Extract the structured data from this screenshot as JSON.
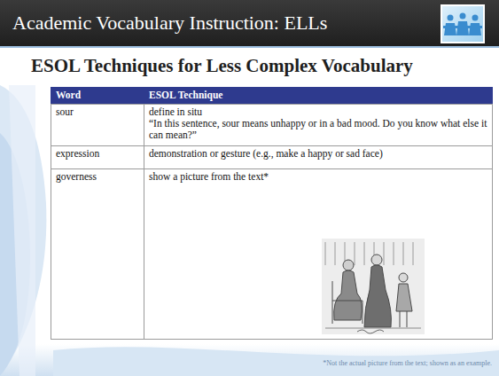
{
  "diagram": {
    "title": "Academic Vocabulary Instruction: ELLs",
    "labels": [
      "ESOL Techniques for Less Complex Vocabulary",
      "Word",
      "ESOL Technique",
      "sour",
      "define in situ",
      "“In this sentence, sour means unhappy or in a bad mood. Do you know what else it can mean?”",
      "expression",
      "demonstration or gesture (e.g., make a happy or sad face)",
      "governess",
      "show a picture from the text*",
      "*Not the actual picture from the text; shown as an example."
    ]
  }
}
